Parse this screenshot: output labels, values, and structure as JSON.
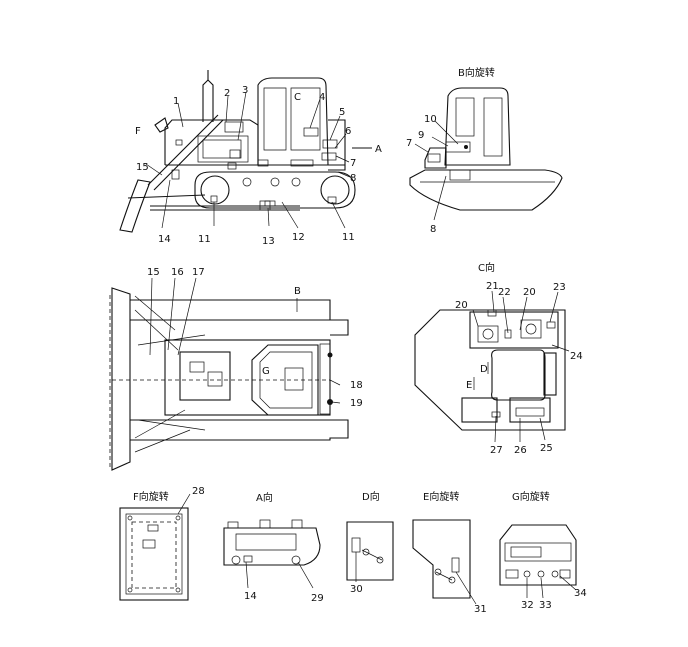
{
  "views": {
    "side": {
      "labels": {
        "l1": "1",
        "l2": "2",
        "l3": "3",
        "l4": "4",
        "l5": "5",
        "l6": "6",
        "l7": "7",
        "l8": "8",
        "l11a": "11",
        "l11b": "11",
        "l12": "12",
        "l13": "13",
        "l14": "14",
        "l15": "15",
        "F": "F",
        "A": "A",
        "C": "C"
      }
    },
    "b_rot": {
      "title": "B向旋转",
      "labels": {
        "l7": "7",
        "l8": "8",
        "l9": "9",
        "l10": "10"
      }
    },
    "top": {
      "labels": {
        "B": "B",
        "G": "G",
        "l15": "15",
        "l16": "16",
        "l17": "17",
        "l18": "18",
        "l19": "19"
      }
    },
    "c_view": {
      "title": "C向",
      "labels": {
        "l20a": "20",
        "l20b": "20",
        "l21": "21",
        "l22": "22",
        "l23": "23",
        "l24": "24",
        "l25": "25",
        "l26": "26",
        "l27": "27",
        "D": "D",
        "E": "E"
      }
    },
    "f_view": {
      "title": "F向旋转",
      "labels": {
        "l28": "28"
      }
    },
    "a_view": {
      "title": "A向",
      "labels": {
        "l14": "14",
        "l29": "29"
      }
    },
    "d_view": {
      "title": "D向",
      "labels": {
        "l30": "30"
      }
    },
    "e_view": {
      "title": "E向旋转",
      "labels": {
        "l31": "31"
      }
    },
    "g_view": {
      "title": "G向旋转",
      "labels": {
        "l32": "32",
        "l33": "33",
        "l34": "34"
      }
    }
  }
}
